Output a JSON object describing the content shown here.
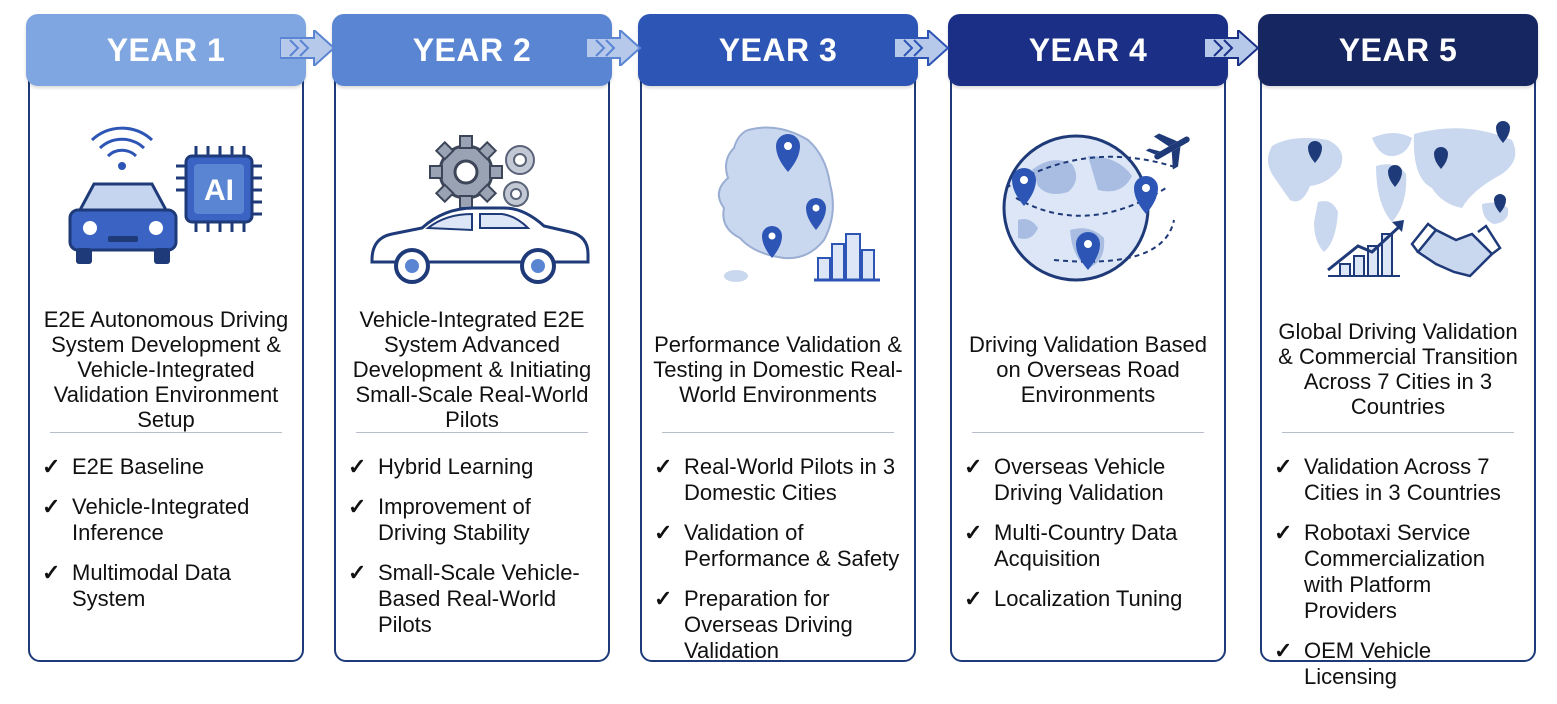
{
  "columns": [
    {
      "year": "YEAR 1",
      "header_color": "#7fa6e0",
      "illustration": "car-ai-chip-icon",
      "title": "E2E Autonomous Driving System Development & Vehicle-Integrated Validation Environment Setup",
      "items": [
        "E2E Baseline",
        "Vehicle-Integrated Inference",
        "Multimodal Data System"
      ]
    },
    {
      "year": "YEAR 2",
      "header_color": "#5a85d3",
      "illustration": "car-gears-icon",
      "title": "Vehicle-Integrated E2E System Advanced Development & Initiating Small-Scale Real-World Pilots",
      "items": [
        "Hybrid Learning",
        "Improvement of Driving Stability",
        "Small-Scale Vehicle-Based Real-World Pilots"
      ]
    },
    {
      "year": "YEAR 3",
      "header_color": "#2d55b5",
      "illustration": "korea-map-pins-icon",
      "title": "Performance Validation & Testing in Domestic Real-World Environments",
      "items": [
        "Real-World Pilots in 3 Domestic Cities",
        "Validation of Performance & Safety",
        "Preparation for Overseas Driving Validation"
      ]
    },
    {
      "year": "YEAR 4",
      "header_color": "#1a2f85",
      "illustration": "globe-airplane-icon",
      "title": "Driving Validation Based on Overseas Road Environments",
      "items": [
        "Overseas Vehicle Driving Validation",
        "Multi-Country Data Acquisition",
        "Localization Tuning"
      ]
    },
    {
      "year": "YEAR 5",
      "header_color": "#152660",
      "illustration": "world-map-handshake-icon",
      "title": "Global Driving Validation & Commercial Transition Across 7 Cities in 3 Countries",
      "items": [
        "Validation Across 7 Cities in 3 Countries",
        "Robotaxi Service Commercialization with Platform Providers",
        "OEM Vehicle Licensing"
      ]
    }
  ],
  "check_glyph": "✓",
  "arrow_icon": "chevron-arrow-icon"
}
